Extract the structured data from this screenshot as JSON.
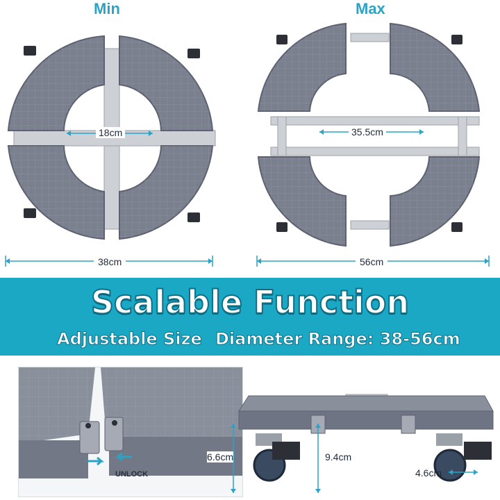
{
  "min": {
    "title": "Min",
    "inner": "18cm",
    "outer": "38cm"
  },
  "max": {
    "title": "Max",
    "inner": "35.5cm",
    "outer": "56cm"
  },
  "banner": {
    "title": "Scalable Function",
    "subtitle_a": "Adjustable Size",
    "subtitle_b": "Diameter Range: 38-56cm"
  },
  "lock": {
    "label": "UNLOCK"
  },
  "dims": {
    "platform_height": "6.6cm",
    "total_height": "9.4cm",
    "wheel_width": "4.6cm"
  },
  "colors": {
    "accent": "#1aa8c4",
    "tray": "#7b808f",
    "tray_dark": "#5c6070",
    "arrow": "#2aa3c6"
  }
}
